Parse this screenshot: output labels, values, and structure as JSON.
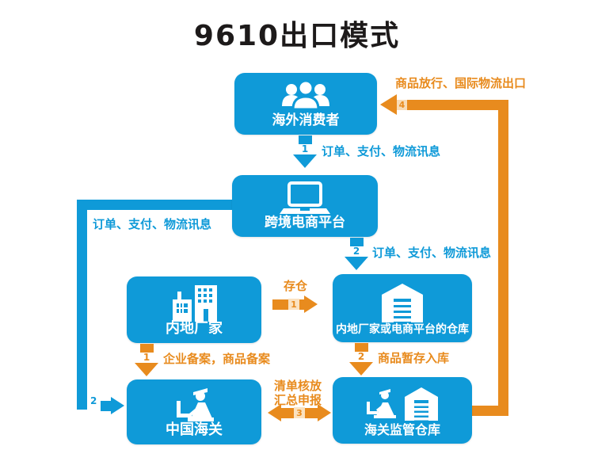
{
  "title": "9610出口模式",
  "colors": {
    "blue": "#0f9ad8",
    "orange": "#e88b1e",
    "title_text": "#1d1a1a"
  },
  "nodes": {
    "consumer": {
      "label": "海外消费者",
      "icon": "people-icon"
    },
    "platform": {
      "label": "跨境电商平台",
      "icon": "laptop-icon"
    },
    "factory": {
      "label": "内地厂家",
      "icon": "factory-icon"
    },
    "warehouse": {
      "label": "内地厂家或电商平台的仓库",
      "icon": "warehouse-icon"
    },
    "customs": {
      "label": "中国海关",
      "icon": "customs-officer-icon"
    },
    "customs_warehouse": {
      "label": "海关监管仓库",
      "icon": "customs-warehouse-icon"
    }
  },
  "edges": {
    "consumer_to_platform": {
      "step": "1",
      "label": "订单、支付、物流讯息"
    },
    "platform_to_warehouse": {
      "step": "2",
      "label": "订单、支付、物流讯息"
    },
    "platform_to_customs": {
      "step": "2",
      "label": "订单、支付、物流讯息"
    },
    "factory_to_warehouse": {
      "step": "1",
      "label": "存仓"
    },
    "factory_to_customs": {
      "step": "1",
      "label": "企业备案，商品备案"
    },
    "warehouse_to_customs_warehouse": {
      "step": "2",
      "label": "商品暂存入库"
    },
    "customs_declaration": {
      "step": "3",
      "label_line1": "清单核放",
      "label_line2": "汇总申报"
    },
    "release_export": {
      "step": "4",
      "label": "商品放行、国际物流出口"
    }
  }
}
